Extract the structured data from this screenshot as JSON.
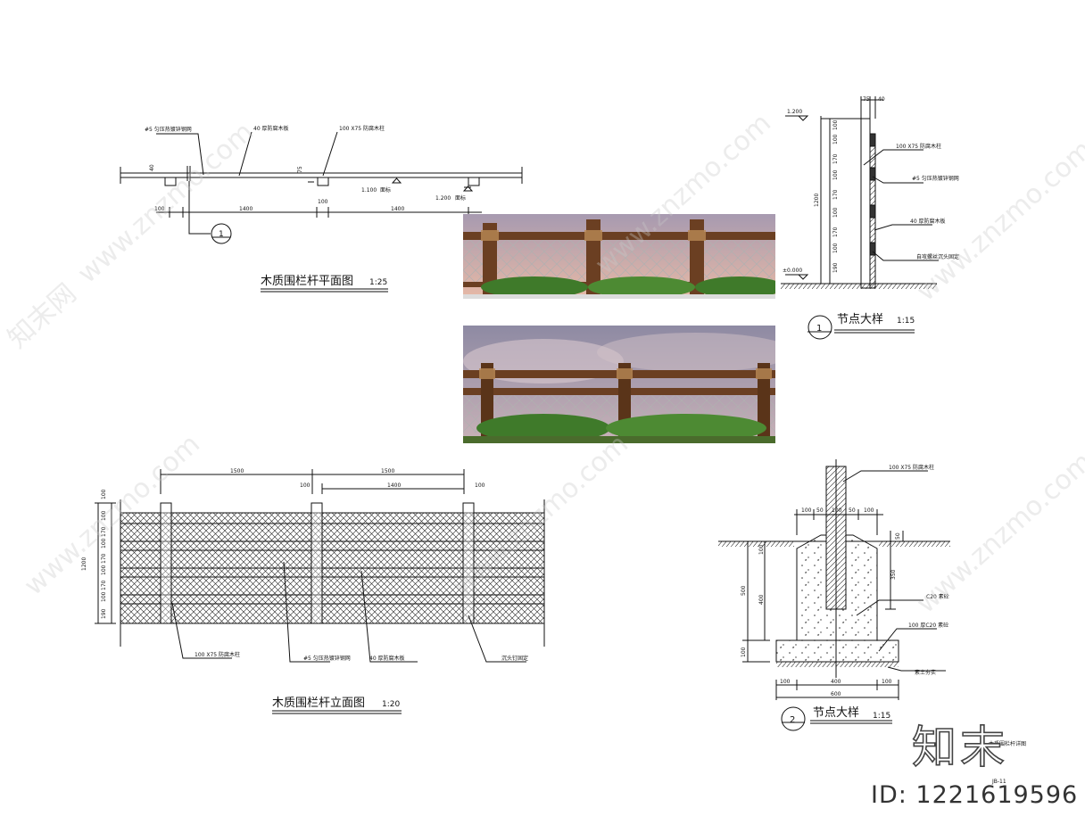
{
  "plan": {
    "title": "木质围栏杆平面图",
    "scale": "1:25",
    "labels": {
      "mesh": "#5 匀压热镀锌钢网",
      "board": "40 厚防腐木板",
      "post": "100 X75 防腐木柱",
      "t40": "40",
      "t75": "75",
      "lvl1": "1.100",
      "lvl1n": "面标",
      "lvl2": "1.200",
      "lvl2n": "面标",
      "detail_ref": "1"
    },
    "dims": [
      "100",
      "1400",
      "100",
      "1400"
    ]
  },
  "elevation": {
    "title": "木质围栏杆立面图",
    "scale": "1:20",
    "top_dims": [
      "1500",
      "1500"
    ],
    "sub_dims": [
      "100",
      "1400",
      "100"
    ],
    "left_total": "1200",
    "left_dims": [
      "100",
      "100",
      "170",
      "100",
      "170",
      "100",
      "170",
      "100",
      "190"
    ],
    "labels": {
      "post": "100 X75 防腐木柱",
      "mesh": "#5 匀压热镀锌钢网",
      "board": "40 厚防腐木板",
      "fix": "沉头钉固定"
    }
  },
  "node1": {
    "num": "1",
    "title": "节点大样",
    "scale": "1:15",
    "top_level": "1.200",
    "ground_level": "±0.000",
    "top_dims": [
      "75",
      "40"
    ],
    "height_total": "1200",
    "right_dims": [
      "100",
      "100",
      "170",
      "100",
      "170",
      "100",
      "170",
      "100",
      "190"
    ],
    "labels": {
      "post": "100 X75 防腐木柱",
      "mesh": "#5 匀压热镀锌钢网",
      "board": "40 厚防腐木板",
      "screw": "自攻螺丝沉头固定"
    }
  },
  "node2": {
    "num": "2",
    "title": "节点大样",
    "scale": "1:15",
    "post_label": "100 X75 防腐木柱",
    "top_dims": [
      "100",
      "50",
      "100",
      "50",
      "100"
    ],
    "dim_50": "50",
    "dim_100a": "100",
    "dim_500": "500",
    "dim_400": "400",
    "dim_350": "350",
    "dim_100b": "100",
    "concrete": "C20 素砼",
    "pad": "100 厚C20 素砼",
    "soil": "素土夯实",
    "bottom_dims": [
      "100",
      "400",
      "100"
    ],
    "bottom_total": "600"
  },
  "sheet": {
    "note": "木质围栏杆详图",
    "number": "JB-11",
    "logo": "知末",
    "id": "ID: 1221619596"
  },
  "watermark": "www.znzmo.com",
  "watermark_cn": "知末网",
  "colors": {
    "line": "#111111",
    "wood": "#6b3f22",
    "rope": "#b98a55",
    "plant": "#3f7a2a",
    "sky_top": "#a79ab0",
    "sky_bottom": "#e7b9a6"
  }
}
